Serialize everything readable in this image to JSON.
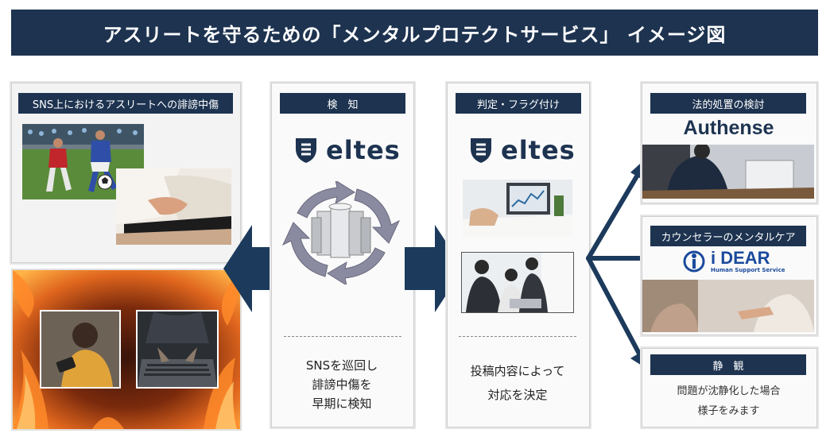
{
  "title": "アスリートを守るための「メンタルプロテクトサービス」 イメージ図",
  "left": {
    "label": "SNS上におけるアスリートへの誹謗中傷"
  },
  "detect": {
    "label": "検　知",
    "logo": "eltes",
    "lines": [
      "SNSを巡回し",
      "誹謗中傷を",
      "早期に検知"
    ]
  },
  "judge": {
    "label": "判定・フラグ付け",
    "logo": "eltes",
    "lines": [
      "投稿内容によって",
      "対応を決定"
    ]
  },
  "legal": {
    "label": "法的処置の検討",
    "logo": "Authense"
  },
  "counsel": {
    "label": "カウンセラーのメンタルケア",
    "logo": "i DEAR",
    "logo_sub": "Human Support Service"
  },
  "watch": {
    "label": "静　観",
    "lines": [
      "問題が沈静化した場合",
      "様子をみます"
    ]
  },
  "colors": {
    "navy": "#1d3350",
    "arrow": "#1c3a5c",
    "fire": "#e0661e"
  }
}
